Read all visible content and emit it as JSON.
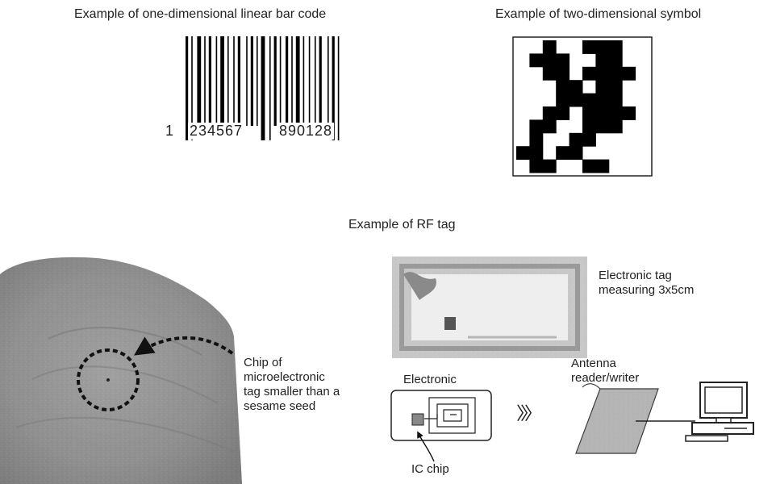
{
  "barcode": {
    "caption": "Example of one-dimensional linear bar code",
    "digits_lead": "1",
    "digits_group1": "234567",
    "digits_group2": "890128"
  },
  "symbol2d": {
    "caption": "Example of two-dimensional symbol"
  },
  "rftag": {
    "caption": "Example of RF tag",
    "chip_note": [
      "Chip of",
      "microelectronic",
      "tag smaller than a",
      "sesame seed"
    ],
    "tag_note": [
      "Electronic tag",
      "measuring 3x5cm"
    ],
    "electronic_label": "Electronic",
    "antenna_label": [
      "Antenna",
      "reader/writer"
    ],
    "ic_chip_label": "IC chip",
    "signal_glyph": "〉〉〉"
  }
}
